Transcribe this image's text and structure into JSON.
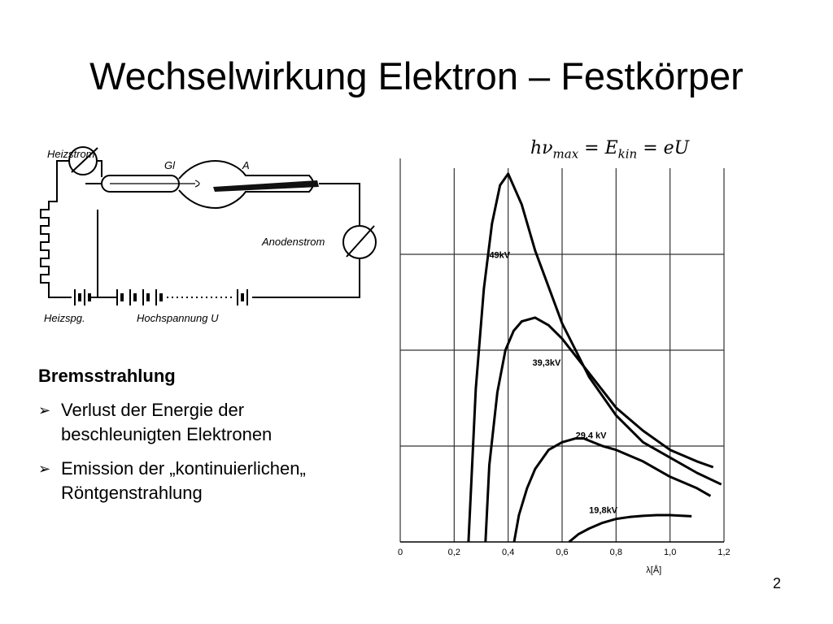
{
  "slide": {
    "title": "Wechselwirkung Elektron – Festkörper",
    "formula": "hν_max = E_kin = eU",
    "page_number": "2"
  },
  "circuit": {
    "labels": {
      "heizstrom": "Heizstrom",
      "gl": "Gl",
      "a": "A",
      "anodenstrom": "Anodenstrom",
      "heizspg": "Heizspg.",
      "hochspannung": "Hochspannung U"
    }
  },
  "text_block": {
    "heading": "Bremsstrahlung",
    "bullets": [
      {
        "line1": "Verlust der Energie der",
        "line2": "beschleunigten Elektronen"
      },
      {
        "line1": "Emission der „kontinuierlichen„",
        "line2": "Röntgenstrahlung"
      }
    ]
  },
  "chart_data": {
    "type": "line",
    "xlabel": "λ[Å]",
    "xlim": [
      0,
      1.2
    ],
    "ylim": [
      0,
      1.0
    ],
    "x_ticks": [
      "0",
      "0,2",
      "0,4",
      "0,6",
      "0,8",
      "1,0",
      "1,2"
    ],
    "grid": true,
    "series": [
      {
        "name": "49kV",
        "x": [
          0.253,
          0.28,
          0.31,
          0.34,
          0.37,
          0.4,
          0.45,
          0.5,
          0.6,
          0.7,
          0.8,
          0.9,
          1.0,
          1.1,
          1.19
        ],
        "y": [
          0.0,
          0.4,
          0.66,
          0.83,
          0.93,
          0.96,
          0.88,
          0.76,
          0.57,
          0.43,
          0.33,
          0.26,
          0.22,
          0.18,
          0.15
        ]
      },
      {
        "name": "39,3kV",
        "x": [
          0.316,
          0.33,
          0.36,
          0.39,
          0.42,
          0.45,
          0.5,
          0.55,
          0.6,
          0.7,
          0.8,
          0.9,
          1.0,
          1.1,
          1.16
        ],
        "y": [
          0.0,
          0.2,
          0.39,
          0.5,
          0.55,
          0.575,
          0.585,
          0.565,
          0.53,
          0.44,
          0.35,
          0.29,
          0.24,
          0.21,
          0.195
        ]
      },
      {
        "name": "29,4 kV",
        "x": [
          0.422,
          0.44,
          0.47,
          0.5,
          0.55,
          0.6,
          0.65,
          0.68,
          0.75,
          0.8,
          0.9,
          1.0,
          1.1,
          1.15
        ],
        "y": [
          0.0,
          0.07,
          0.14,
          0.19,
          0.24,
          0.26,
          0.27,
          0.27,
          0.25,
          0.24,
          0.21,
          0.17,
          0.14,
          0.12
        ]
      },
      {
        "name": "19,8kV",
        "x": [
          0.626,
          0.66,
          0.7,
          0.75,
          0.8,
          0.85,
          0.9,
          0.95,
          1.0,
          1.05,
          1.08
        ],
        "y": [
          0.0,
          0.02,
          0.035,
          0.05,
          0.06,
          0.065,
          0.068,
          0.07,
          0.07,
          0.068,
          0.067
        ]
      }
    ]
  }
}
